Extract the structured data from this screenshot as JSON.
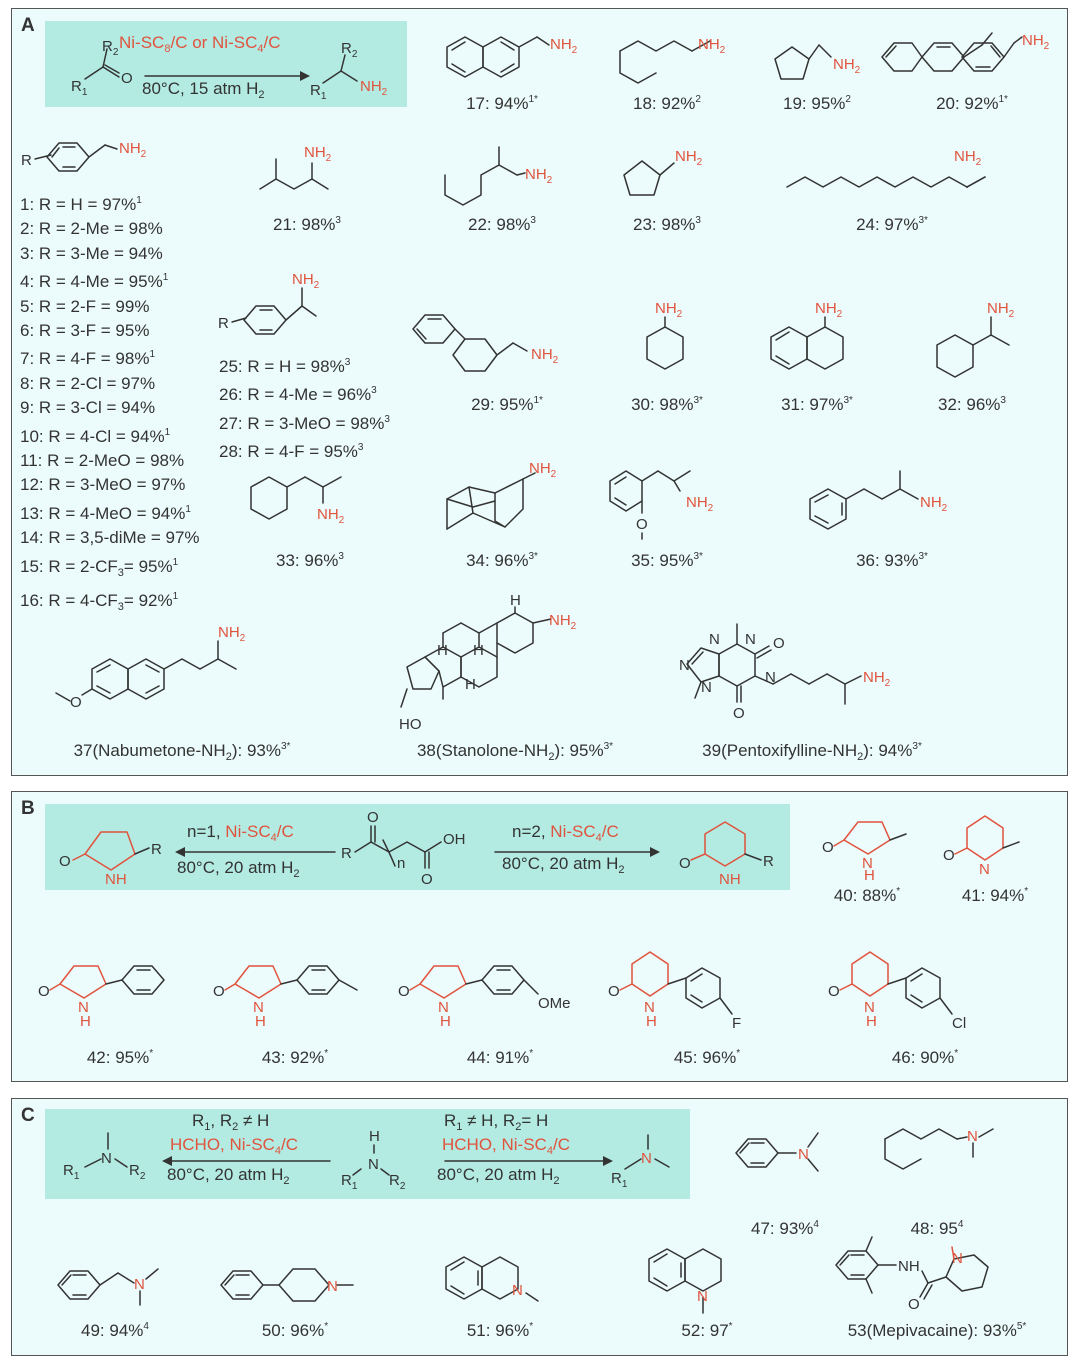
{
  "panels": {
    "a": {
      "label": "A"
    },
    "b": {
      "label": "B"
    },
    "c": {
      "label": "C"
    }
  },
  "reaction_a": {
    "catalyst": "Ni-SC8/C or Ni-SC4/C",
    "catalyst_parts": [
      "Ni-SC",
      "8",
      "/C or Ni-SC",
      "4",
      "/C"
    ],
    "conditions": [
      "80°C, 15 atm H",
      "2"
    ]
  },
  "reaction_b": {
    "left_top": [
      "n=1, ",
      "Ni-SC",
      "4",
      "/C"
    ],
    "left_bottom": [
      "80°C, 20 atm H",
      "2"
    ],
    "right_top": [
      "n=2, ",
      "Ni-SC",
      "4",
      "/C"
    ],
    "right_bottom": [
      "80°C, 20 atm H",
      "2"
    ]
  },
  "reaction_c": {
    "left_top": "R1, R2 ≠ H",
    "left_top_parts": [
      "R",
      "1",
      ", R",
      "2",
      " ≠ H"
    ],
    "left_mid": [
      "HCHO, Ni-SC",
      "4",
      "/C"
    ],
    "left_bottom": [
      "80°C, 20 atm H",
      "2"
    ],
    "right_top_parts": [
      "R",
      "1",
      " ≠ H, R",
      "2",
      "= H"
    ],
    "right_mid": [
      "HCHO, Ni-SC",
      "4",
      "/C"
    ],
    "right_bottom": [
      "80°C, 20 atm H",
      "2"
    ]
  },
  "compounds": [
    {
      "id": "17",
      "name": "17: 94%",
      "sup": "1*"
    },
    {
      "id": "18",
      "name": "18: 92%",
      "sup": "2"
    },
    {
      "id": "19",
      "name": "19: 95%",
      "sup": "2"
    },
    {
      "id": "20",
      "name": "20: 92%",
      "sup": "1*"
    },
    {
      "id": "21",
      "name": "21: 98%",
      "sup": "3"
    },
    {
      "id": "22",
      "name": "22: 98%",
      "sup": "3"
    },
    {
      "id": "23",
      "name": "23: 98%",
      "sup": "3"
    },
    {
      "id": "24",
      "name": "24: 97%",
      "sup": "3*"
    },
    {
      "id": "29",
      "name": "29: 95%",
      "sup": "1*"
    },
    {
      "id": "30",
      "name": "30: 98%",
      "sup": "3*"
    },
    {
      "id": "31",
      "name": "31: 97%",
      "sup": "3*"
    },
    {
      "id": "32",
      "name": "32: 96%",
      "sup": "3"
    },
    {
      "id": "33",
      "name": "33: 96%",
      "sup": "3"
    },
    {
      "id": "34",
      "name": "34: 96%",
      "sup": "3*"
    },
    {
      "id": "35",
      "name": "35: 95%",
      "sup": "3*"
    },
    {
      "id": "36",
      "name": "36: 93%",
      "sup": "3*"
    },
    {
      "id": "40",
      "name": "40: 88%",
      "sup": "*"
    },
    {
      "id": "41",
      "name": "41: 94%",
      "sup": "*"
    },
    {
      "id": "42",
      "name": "42: 95%",
      "sup": "*"
    },
    {
      "id": "43",
      "name": "43: 92%",
      "sup": "*"
    },
    {
      "id": "44",
      "name": "44: 91%",
      "sup": "*"
    },
    {
      "id": "45",
      "name": "45: 96%",
      "sup": "*"
    },
    {
      "id": "46",
      "name": "46: 90%",
      "sup": "*"
    },
    {
      "id": "47",
      "name": "47: 93%",
      "sup": "4"
    },
    {
      "id": "48",
      "name": "48: 95",
      "sup": "4"
    },
    {
      "id": "49",
      "name": "49: 94%",
      "sup": "4"
    },
    {
      "id": "50",
      "name": "50: 96%",
      "sup": "*"
    },
    {
      "id": "51",
      "name": "51: 96%",
      "sup": "*"
    },
    {
      "id": "52",
      "name": "52: 97",
      "sup": "*"
    },
    {
      "id": "53",
      "name": "53(Mepivacaine): 93%",
      "sup": "5*"
    }
  ],
  "special_labels": {
    "c37": [
      "37(Nabumetone-NH",
      "2",
      "): 93%",
      "3*"
    ],
    "c38": [
      "38(Stanolone-NH",
      "2",
      "): 95%",
      "3*"
    ],
    "c39": [
      "39(Pentoxifylline-NH",
      "2",
      "): 94%",
      "3*"
    ]
  },
  "benzylamine_list": [
    {
      "t": "1: R = H = 97%",
      "s": "1"
    },
    {
      "t": "2: R = 2-Me = 98%",
      "s": ""
    },
    {
      "t": "3: R = 3-Me = 94%",
      "s": ""
    },
    {
      "t": "4: R = 4-Me = 95%",
      "s": "1"
    },
    {
      "t": "5: R = 2-F = 99%",
      "s": ""
    },
    {
      "t": "6: R = 3-F = 95%",
      "s": ""
    },
    {
      "t": "7: R = 4-F = 98%",
      "s": "1"
    },
    {
      "t": "8: R = 2-Cl = 97%",
      "s": ""
    },
    {
      "t": "9: R = 3-Cl = 94%",
      "s": ""
    },
    {
      "t": "10: R = 4-Cl = 94%",
      "s": "1"
    },
    {
      "t": "11: R = 2-MeO = 98%",
      "s": ""
    },
    {
      "t": "12: R = 3-MeO = 97%",
      "s": ""
    },
    {
      "t": "13: R = 4-MeO = 94%",
      "s": "1"
    },
    {
      "t": "14: R = 3,5-diMe = 97%",
      "s": ""
    }
  ],
  "cf3_list": [
    {
      "a": "15: R = 2-CF",
      "b": "3",
      "c": "= 95%",
      "s": "1"
    },
    {
      "a": "16: R = 4-CF",
      "b": "3",
      "c": "= 92%",
      "s": "1"
    }
  ],
  "phenethyl_list": [
    {
      "t": "25: R = H = 98%",
      "s": "3"
    },
    {
      "t": "26: R = 4-Me = 96%",
      "s": "3"
    },
    {
      "t": "27: R = 3-MeO = 98%",
      "s": "3"
    },
    {
      "t": "28: R = 4-F = 95%",
      "s": "3"
    }
  ],
  "atoms": {
    "nh2": "NH",
    "two": "2",
    "n": "N",
    "h": "H",
    "o": "O",
    "r": "R",
    "r1": "R",
    "one": "1",
    "ho": "HO",
    "oh": "OH",
    "ome": "OMe",
    "f": "F",
    "cl": "Cl",
    "nh": "NH",
    "nloop": "n"
  },
  "colors": {
    "accent": "#e0533d",
    "panel_bg": "#ecfbfb",
    "highlight": "#b3ebe3",
    "ink": "#333333"
  }
}
